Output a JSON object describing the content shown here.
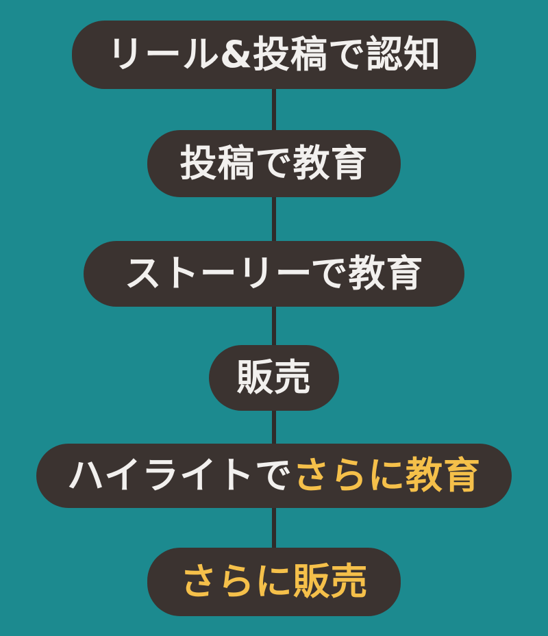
{
  "colors": {
    "background": "#1c8a8f",
    "box": "#3b3330",
    "text": "#f2f0ee",
    "accent": "#f5c04a",
    "connector": "#2f2b2a"
  },
  "flow": {
    "steps": [
      {
        "text": "リール&投稿で認知"
      },
      {
        "text": "投稿で教育"
      },
      {
        "text": "ストーリーで教育"
      },
      {
        "text": "販売"
      },
      {
        "text_plain": "ハイライトで",
        "text_accent": "さらに教育"
      },
      {
        "text_accent": "さらに販売"
      }
    ]
  }
}
